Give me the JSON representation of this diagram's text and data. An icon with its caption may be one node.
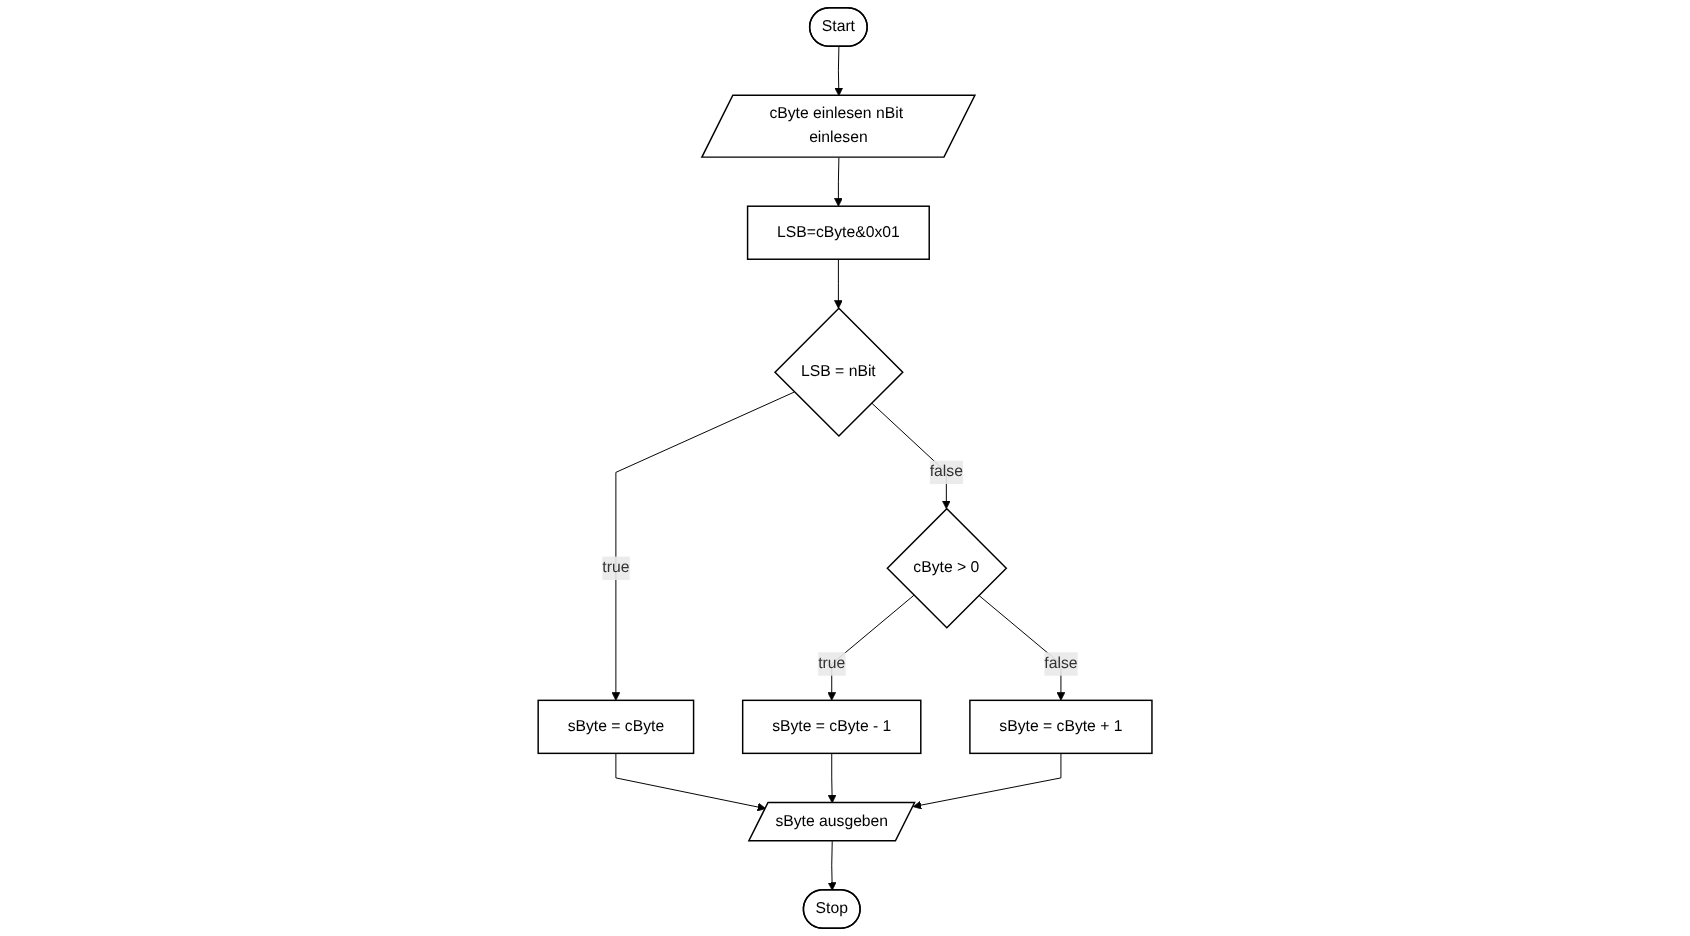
{
  "diagram": {
    "nodes": [
      {
        "text": [
          "Start"
        ]
      },
      {
        "text": [
          "cByte einlesen nBit einlesen"
        ]
      },
      {
        "text": [
          "LSB=cByte&0x01"
        ]
      },
      {
        "text": [
          "LSB = nBit"
        ]
      },
      {
        "text": [
          "cByte > 0"
        ]
      },
      {
        "text": [
          "sByte = cByte"
        ]
      },
      {
        "text": [
          "sByte = cByte - 1"
        ]
      },
      {
        "text": [
          "sByte = cByte + 1"
        ]
      },
      {
        "text": [
          "sByte ausgeben"
        ]
      },
      {
        "text": [
          "Stop"
        ]
      }
    ],
    "edges": [
      {
        "from": 0,
        "to": 1,
        "arrow": "to"
      },
      {
        "from": 1,
        "to": 2,
        "arrow": "to"
      },
      {
        "from": 2,
        "to": 3,
        "arrow": "to"
      },
      {
        "from": 3,
        "to": 4,
        "label": "false",
        "arrow": "to"
      },
      {
        "from": 3,
        "to": 5,
        "label": "true",
        "arrow": "to"
      },
      {
        "from": 4,
        "to": 6,
        "label": "true",
        "arrow": "to"
      },
      {
        "from": 4,
        "to": 7,
        "label": "false",
        "arrow": "to"
      },
      {
        "from": 5,
        "to": 8,
        "arrow": "to"
      },
      {
        "from": 6,
        "to": 8,
        "arrow": "to"
      },
      {
        "from": 7,
        "to": 8,
        "arrow": "to"
      },
      {
        "from": 8,
        "to": 9,
        "arrow": "to"
      }
    ]
  }
}
